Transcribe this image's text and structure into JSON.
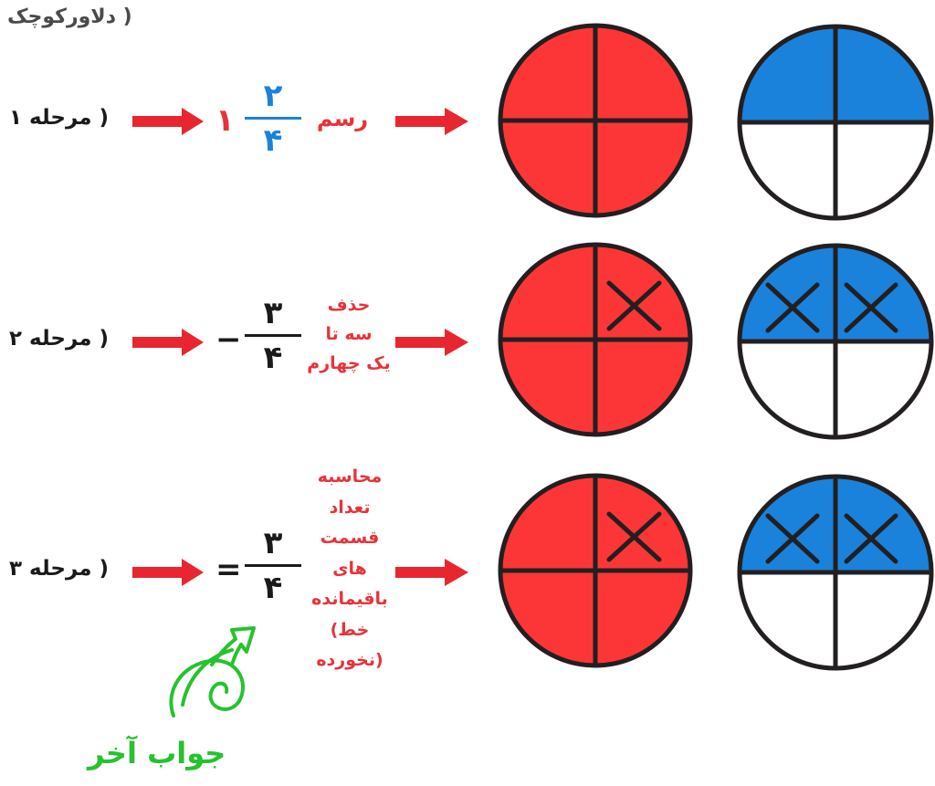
{
  "title": "( دلاورکوچک",
  "colors": {
    "red": "#fc3636",
    "blue": "#1a82da",
    "arrow_red": "#e8262f",
    "outline": "#231f20",
    "green": "#27c22e",
    "text_red": "#e8333a",
    "text_blue": "#1a82da"
  },
  "rows": [
    {
      "stage_label": "( مرحله ۱",
      "whole": "۱",
      "operator": "",
      "numerator": "۲",
      "denominator": "۴",
      "fraction_color": "blue",
      "caption_lines": [
        "رسم"
      ],
      "red_circle": {
        "shaded_quarters": 4,
        "crossed_quarters": []
      },
      "blue_circle": {
        "shaded_quarters": 2,
        "crossed_quarters": []
      }
    },
    {
      "stage_label": "( مرحله ۲",
      "whole": "",
      "operator": "−",
      "numerator": "۳",
      "denominator": "۴",
      "fraction_color": "black",
      "caption_lines": [
        "حذف",
        "سه تا",
        "یک چهارم"
      ],
      "red_circle": {
        "shaded_quarters": 4,
        "crossed_quarters": [
          "top-right"
        ]
      },
      "blue_circle": {
        "shaded_quarters": 2,
        "crossed_quarters": [
          "top-left",
          "top-right"
        ]
      }
    },
    {
      "stage_label": "( مرحله ۳",
      "whole": "",
      "operator": "=",
      "numerator": "۳",
      "denominator": "۴",
      "fraction_color": "black",
      "caption_lines": [
        "محاسبه",
        "تعداد",
        "قسمت",
        "های",
        "باقیمانده",
        "خط)",
        "(نخورده"
      ],
      "red_circle": {
        "shaded_quarters": 4,
        "crossed_quarters": [
          "top-right"
        ]
      },
      "blue_circle": {
        "shaded_quarters": 2,
        "crossed_quarters": [
          "top-left",
          "top-right"
        ]
      }
    }
  ],
  "final_answer_label": "جواب آخر",
  "icons": {
    "flow_arrow": "right-arrow-icon",
    "answer_pointer": "curly-arrow-icon",
    "cross_mark": "x-mark-icon"
  }
}
